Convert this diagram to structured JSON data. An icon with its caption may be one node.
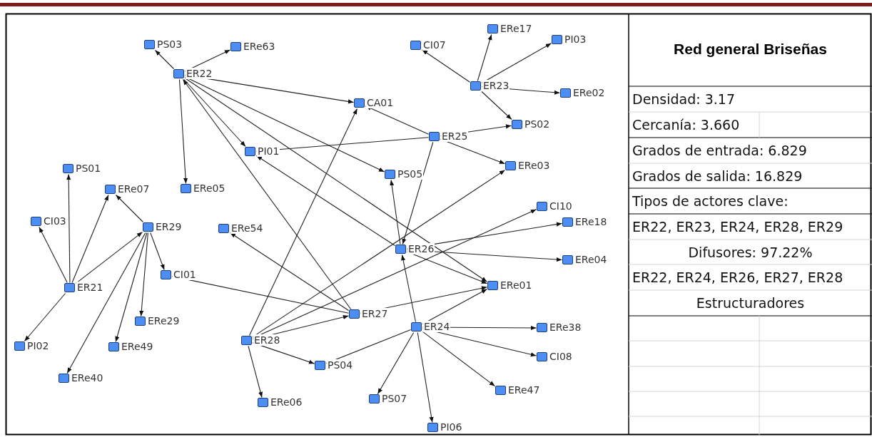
{
  "diagram": {
    "title": "Red general Briseñas",
    "nodes": [
      {
        "text": [
          "PS03"
        ]
      },
      {
        "text": [
          "ERe63"
        ]
      },
      {
        "text": [
          "ER22"
        ]
      },
      {
        "text": [
          "CA01"
        ]
      },
      {
        "text": [
          "PI01"
        ]
      },
      {
        "text": [
          "PS01"
        ]
      },
      {
        "text": [
          "ERe07"
        ]
      },
      {
        "text": [
          "ERe05"
        ]
      },
      {
        "text": [
          "CI03"
        ]
      },
      {
        "text": [
          "ER29"
        ]
      },
      {
        "text": [
          "ERe54"
        ]
      },
      {
        "text": [
          "CI01"
        ]
      },
      {
        "text": [
          "ER21"
        ]
      },
      {
        "text": [
          "ERe29"
        ]
      },
      {
        "text": [
          "PI02"
        ]
      },
      {
        "text": [
          "ERe49"
        ]
      },
      {
        "text": [
          "ERe40"
        ]
      },
      {
        "text": [
          "ER28"
        ]
      },
      {
        "text": [
          "ERe06"
        ]
      },
      {
        "text": [
          "PS04"
        ]
      },
      {
        "text": [
          "ER27"
        ]
      },
      {
        "text": [
          "ER24"
        ]
      },
      {
        "text": [
          "ER26"
        ]
      },
      {
        "text": [
          "ERe01"
        ]
      },
      {
        "text": [
          "PS05"
        ]
      },
      {
        "text": [
          "ER25"
        ]
      },
      {
        "text": [
          "ERe03"
        ]
      },
      {
        "text": [
          "PS02"
        ]
      },
      {
        "text": [
          "CI07"
        ]
      },
      {
        "text": [
          "ERe17"
        ]
      },
      {
        "text": [
          "PI03"
        ]
      },
      {
        "text": [
          "ER23"
        ]
      },
      {
        "text": [
          "ERe02"
        ]
      },
      {
        "text": [
          "CI10"
        ]
      },
      {
        "text": [
          "ERe18"
        ]
      },
      {
        "text": [
          "ERe04"
        ]
      },
      {
        "text": [
          "ERe38"
        ]
      },
      {
        "text": [
          "CI08"
        ]
      },
      {
        "text": [
          "ERe47"
        ]
      },
      {
        "text": [
          "PS07"
        ]
      },
      {
        "text": [
          "PI06"
        ]
      }
    ],
    "edges": [
      {
        "from": 2,
        "to": 0,
        "arrow": "to"
      },
      {
        "from": 2,
        "to": 1,
        "arrow": "to"
      },
      {
        "from": 2,
        "to": 3,
        "arrow": "to"
      },
      {
        "from": 2,
        "to": 7,
        "arrow": "to"
      },
      {
        "from": 2,
        "to": 4,
        "arrow": "to"
      },
      {
        "from": 2,
        "to": 24,
        "arrow": "to"
      },
      {
        "from": 2,
        "to": 23,
        "arrow": "to"
      },
      {
        "from": 20,
        "to": 2,
        "arrow": "to"
      },
      {
        "from": 12,
        "to": 8,
        "arrow": "to"
      },
      {
        "from": 12,
        "to": 5,
        "arrow": "to"
      },
      {
        "from": 12,
        "to": 6,
        "arrow": "to"
      },
      {
        "from": 12,
        "to": 14,
        "arrow": "to"
      },
      {
        "from": 12,
        "to": 9,
        "arrow": "to"
      },
      {
        "from": 9,
        "to": 6,
        "arrow": "to"
      },
      {
        "from": 9,
        "to": 11,
        "arrow": "to"
      },
      {
        "from": 9,
        "to": 13,
        "arrow": "to"
      },
      {
        "from": 9,
        "to": 15,
        "arrow": "to"
      },
      {
        "from": 9,
        "to": 16,
        "arrow": "to"
      },
      {
        "from": 11,
        "to": 20,
        "arrow": "none"
      },
      {
        "from": 20,
        "to": 10,
        "arrow": "to"
      },
      {
        "from": 20,
        "to": 23,
        "arrow": "to"
      },
      {
        "from": 17,
        "to": 3,
        "arrow": "to"
      },
      {
        "from": 17,
        "to": 20,
        "arrow": "to"
      },
      {
        "from": 17,
        "to": 19,
        "arrow": "to"
      },
      {
        "from": 17,
        "to": 18,
        "arrow": "to"
      },
      {
        "from": 17,
        "to": 26,
        "arrow": "to"
      },
      {
        "from": 17,
        "to": 33,
        "arrow": "to"
      },
      {
        "from": 25,
        "to": 3,
        "arrow": "to"
      },
      {
        "from": 25,
        "to": 27,
        "arrow": "to"
      },
      {
        "from": 25,
        "to": 26,
        "arrow": "to"
      },
      {
        "from": 25,
        "to": 22,
        "arrow": "to"
      },
      {
        "from": 25,
        "to": 4,
        "arrow": "none"
      },
      {
        "from": 31,
        "to": 28,
        "arrow": "to"
      },
      {
        "from": 31,
        "to": 29,
        "arrow": "to"
      },
      {
        "from": 31,
        "to": 30,
        "arrow": "to"
      },
      {
        "from": 31,
        "to": 32,
        "arrow": "to"
      },
      {
        "from": 31,
        "to": 27,
        "arrow": "to"
      },
      {
        "from": 22,
        "to": 24,
        "arrow": "to"
      },
      {
        "from": 22,
        "to": 4,
        "arrow": "to"
      },
      {
        "from": 22,
        "to": 34,
        "arrow": "to"
      },
      {
        "from": 22,
        "to": 35,
        "arrow": "to"
      },
      {
        "from": 22,
        "to": 23,
        "arrow": "to"
      },
      {
        "from": 21,
        "to": 22,
        "arrow": "to"
      },
      {
        "from": 21,
        "to": 23,
        "arrow": "to"
      },
      {
        "from": 21,
        "to": 36,
        "arrow": "to"
      },
      {
        "from": 21,
        "to": 37,
        "arrow": "to"
      },
      {
        "from": 21,
        "to": 38,
        "arrow": "to"
      },
      {
        "from": 21,
        "to": 40,
        "arrow": "to"
      },
      {
        "from": 21,
        "to": 39,
        "arrow": "to"
      },
      {
        "from": 21,
        "to": 19,
        "arrow": "none"
      }
    ],
    "labels": [
      "Densidad: 3.17",
      "Cercanía: 3.660",
      "Grados de entrada: 6.829",
      "Grados de salida: 16.829",
      "Tipos de actores clave:",
      "ER22, ER23, ER24, ER28, ER29",
      "Difusores: 97.22%",
      "ER22, ER24, ER26, ER27, ER28",
      "Estructuradores"
    ]
  }
}
